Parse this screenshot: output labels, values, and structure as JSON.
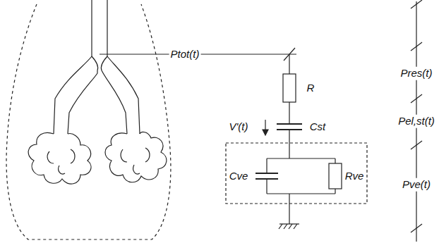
{
  "diagram": {
    "labels": [
      "Ptot(t)",
      "R",
      "V'(t)",
      "Cst",
      "Cve",
      "Rve",
      "Pres(t)",
      "Pel,st(t)",
      "Pve(t)"
    ]
  }
}
